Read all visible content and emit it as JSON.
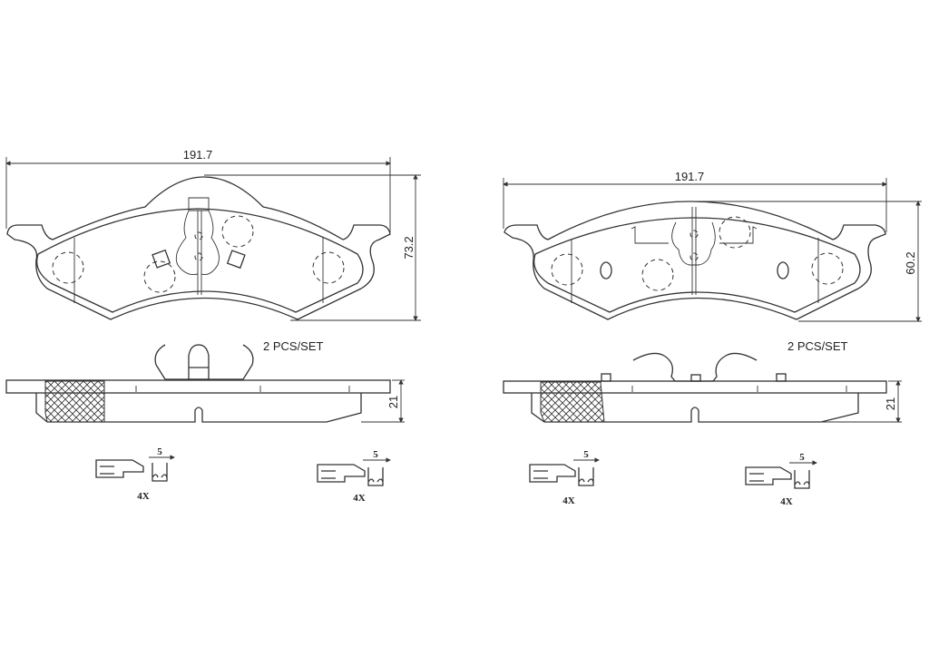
{
  "drawings": [
    {
      "width_dim": "191.7",
      "height_dim": "73.2",
      "thickness_dim": "21",
      "qty_label": "2  PCS/SET",
      "clips": [
        {
          "gap_dim": "5",
          "qty": "4X"
        },
        {
          "gap_dim": "5",
          "qty": "4X"
        }
      ]
    },
    {
      "width_dim": "191.7",
      "height_dim": "60.2",
      "thickness_dim": "21",
      "qty_label": "2  PCS/SET",
      "clips": [
        {
          "gap_dim": "5",
          "qty": "4X"
        },
        {
          "gap_dim": "5",
          "qty": "4X"
        }
      ]
    }
  ],
  "colors": {
    "line": "#333333",
    "background": "#ffffff"
  }
}
